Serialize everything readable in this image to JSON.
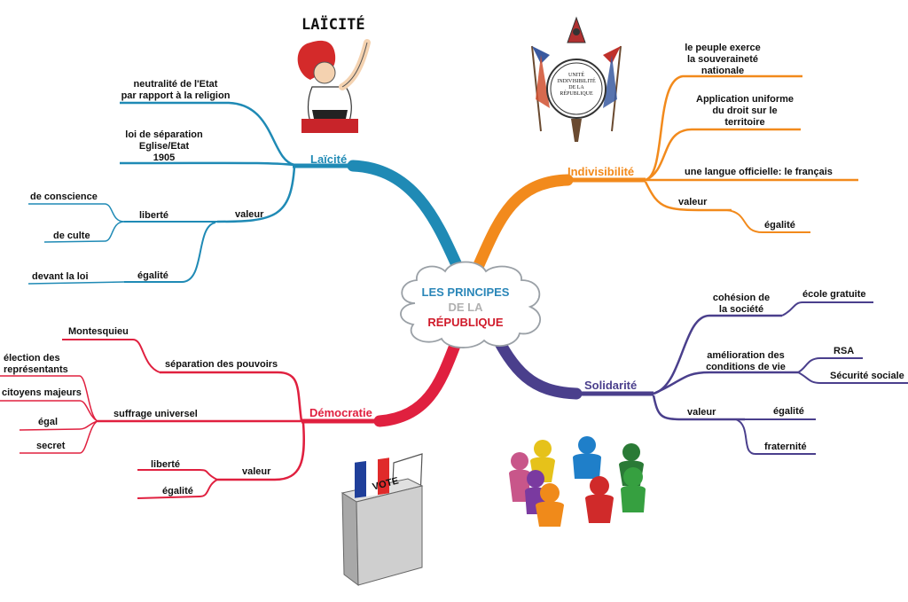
{
  "center": {
    "line1": "LES PRINCIPES",
    "line2": "DE LA",
    "line3": "RÉPUBLIQUE"
  },
  "colors": {
    "laicite": "#1f8ab5",
    "indivisibilite": "#f28a1c",
    "solidarite": "#4a3f8c",
    "democratie": "#e0203f",
    "center_blue": "#2a86b8",
    "center_gray": "#b0b0b0",
    "center_red": "#d01a2a"
  },
  "laicite": {
    "title": "Laïcité",
    "image_text": "LAÏCITÉ",
    "neutralite": "neutralité de l'Etat",
    "neutralite2": "par rapport à la religion",
    "loi1": "loi de séparation",
    "loi2": "Eglise/Etat",
    "loi3": "1905",
    "valeur": "valeur",
    "liberte": "liberté",
    "conscience": "de conscience",
    "culte": "de culte",
    "egalite": "égalité",
    "devant": "devant la loi"
  },
  "indivisibilite": {
    "title": "Indivisibilité",
    "peuple1": "le peuple exerce",
    "peuple2": "la souveraineté",
    "peuple3": "nationale",
    "app1": "Application uniforme",
    "app2": "du droit sur le",
    "app3": "territoire",
    "langue": "une langue officielle: le français",
    "valeur": "valeur",
    "egalite": "égalité"
  },
  "solidarite": {
    "title": "Solidarité",
    "cohesion1": "cohésion de",
    "cohesion2": "la société",
    "ecole": "école gratuite",
    "amel1": "amélioration des",
    "amel2": "conditions de vie",
    "rsa": "RSA",
    "secu": "Sécurité sociale",
    "valeur": "valeur",
    "egalite": "égalité",
    "fraternite": "fraternité"
  },
  "democratie": {
    "title": "Démocratie",
    "montesquieu": "Montesquieu",
    "separation": "séparation des pouvoirs",
    "election1": "élection des",
    "election2": "représentants",
    "citoyens": "citoyens majeurs",
    "suffrage": "suffrage universel",
    "egal": "égal",
    "secret": "secret",
    "valeur": "valeur",
    "liberte": "liberté",
    "egalite": "égalité",
    "vote": "VOTE"
  },
  "seal": {
    "text1": "UNITÉ",
    "text2": "INDIVISIBILITÉ",
    "text3": "DE LA",
    "text4": "RÉPUBLIQUE"
  }
}
